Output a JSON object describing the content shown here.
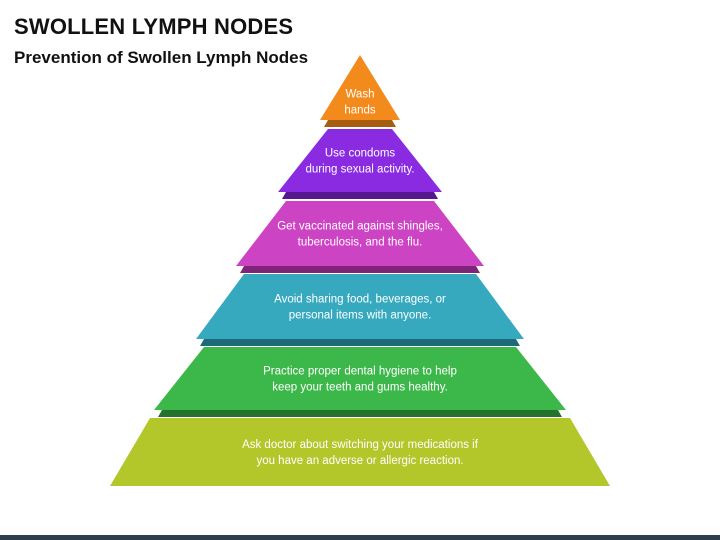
{
  "title": "SWOLLEN LYMPH NODES",
  "subtitle": "Prevention of Swollen Lymph Nodes",
  "layers": [
    {
      "lines": [
        "Wash",
        "hands"
      ],
      "color": "#f28a1c",
      "shadow": "#a85c10"
    },
    {
      "lines": [
        "Use condoms",
        "during sexual activity."
      ],
      "color": "#8a2be2",
      "shadow": "#55188e"
    },
    {
      "lines": [
        "Get vaccinated against shingles,",
        "tuberculosis, and the flu."
      ],
      "color": "#cc44c4",
      "shadow": "#7e2578"
    },
    {
      "lines": [
        "Avoid sharing food, beverages, or",
        "personal items with anyone."
      ],
      "color": "#36a9bf",
      "shadow": "#1f6a78"
    },
    {
      "lines": [
        "Practice proper dental hygiene to help",
        "keep your teeth and gums healthy."
      ],
      "color": "#3cb84a",
      "shadow": "#24722d"
    },
    {
      "lines": [
        "Ask doctor about switching your medications if",
        "you have an adverse or allergic reaction."
      ],
      "color": "#b3c62a",
      "shadow": "#6f7b18"
    }
  ]
}
